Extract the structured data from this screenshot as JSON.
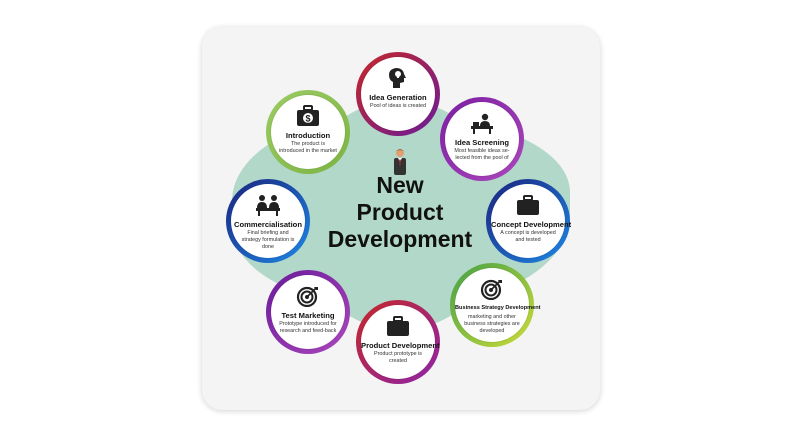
{
  "title_lines": [
    "New",
    "Product",
    "Development"
  ],
  "stages": [
    {
      "name": "Idea Generation",
      "desc": "Pool of ideas is created",
      "icon": "head-idea-icon",
      "ring": [
        "#c62828",
        "#6a1b9a"
      ]
    },
    {
      "name": "Idea Screening",
      "desc": "Most feasible ideas se-lected from the pool of",
      "icon": "desk-person-icon",
      "ring": [
        "#7b1fa2",
        "#ab47bc"
      ]
    },
    {
      "name": "Concept Development",
      "desc": "A concept is developed and tested",
      "icon": "briefcase-icon",
      "ring": [
        "#1a237e",
        "#1e88e5"
      ]
    },
    {
      "name": "Business Strategy Development",
      "desc": "marketing and other business strategies are developed",
      "icon": "target-icon",
      "ring": [
        "#43a047",
        "#cddc39"
      ]
    },
    {
      "name": "Product Development",
      "desc": "Product prototype is created",
      "icon": "briefcase-icon",
      "ring": [
        "#c62828",
        "#8e24aa"
      ]
    },
    {
      "name": "Test Marketing",
      "desc": "Prototype introduced for research and feed-back",
      "icon": "target-icon",
      "ring": [
        "#6a1b9a",
        "#ab47bc"
      ]
    },
    {
      "name": "Commercialisation",
      "desc": "Final briefing and strategy formulation is done",
      "icon": "meeting-icon",
      "ring": [
        "#1a237e",
        "#1e88e5"
      ]
    },
    {
      "name": "Introduction",
      "desc": "The product is introduced in the market",
      "icon": "money-bag-icon",
      "ring": [
        "#9ccc65",
        "#7cb342"
      ]
    }
  ]
}
